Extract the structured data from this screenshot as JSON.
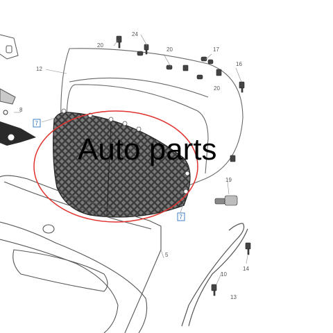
{
  "watermark": "Auto parts",
  "callouts": {
    "c20a": "20",
    "c24": "24",
    "c20b": "20",
    "c17": "17",
    "c20c": "20",
    "c16": "16",
    "c12": "12",
    "c8": "8",
    "c7a": "7",
    "c19": "19",
    "c7b": "7",
    "c5": "5",
    "c14": "14",
    "c10": "10",
    "c13": "13"
  },
  "colors": {
    "line": "#8a8a8a",
    "outline": "#333333",
    "mesh": "#2b2b2b",
    "highlight": "#e0322e",
    "callout_box": "#2a6fc0"
  }
}
